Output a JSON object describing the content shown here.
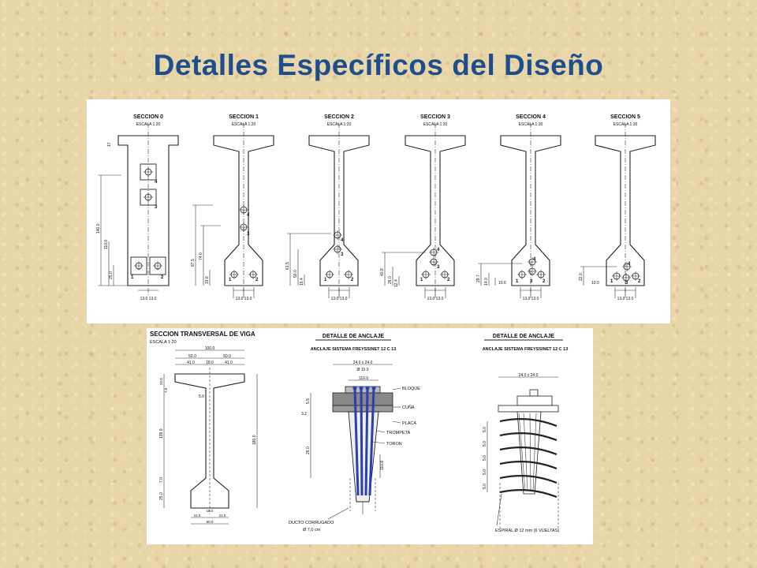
{
  "slide": {
    "title": "Detalles Específicos del Diseño"
  },
  "sections": [
    {
      "name": "SECCION 0",
      "scale": "ESCALA 1:20"
    },
    {
      "name": "SECCION 1",
      "scale": "ESCALA 1:20"
    },
    {
      "name": "SECCION 2",
      "scale": "ESCALA 1:20"
    },
    {
      "name": "SECCION 3",
      "scale": "ESCALA 1:20"
    },
    {
      "name": "SECCION 4",
      "scale": "ESCALA 1:20"
    },
    {
      "name": "SECCION 5",
      "scale": "ESCALA 1:20"
    }
  ],
  "section_dims": {
    "base": "13.0 13.0",
    "s0_heights": [
      "140.0",
      "110.0",
      "25.0",
      "17"
    ],
    "s1_heights": [
      "87.5",
      "74.0",
      "19.8"
    ],
    "s2_heights": [
      "61.5",
      "50.0",
      "15.4"
    ],
    "s3_heights": [
      "40.8",
      "26.0",
      "12.4"
    ],
    "s4_heights": [
      "29.7",
      "14.0",
      "10.6"
    ],
    "s5_heights": [
      "22.0",
      "10.0"
    ],
    "tendon_labels": [
      "1",
      "2",
      "3",
      "4"
    ]
  },
  "transversal": {
    "title": "SECCION TRANSVERSAL DE VIGA",
    "scale": "ESCALA 1:20",
    "widths": [
      "100.0",
      "50.0",
      "50.0",
      "41.0",
      "18.0",
      "41.0"
    ],
    "web_label": "5.0",
    "left_heights": [
      "25.0",
      "7.0",
      "139.0",
      "7.0",
      "25.0"
    ],
    "right_height": "180.0",
    "bottom_dims": [
      "21.0",
      "18.0",
      "21.0",
      "60.0"
    ]
  },
  "anclaje1": {
    "title": "DETALLE DE ANCLAJE",
    "subtitle": "ANCLAJE SISTEMA FREYSSINET 12 C 13",
    "dim_top": "24.0 x 24.0",
    "diameter": "Ø 15.0",
    "dim_inner": "110.0",
    "labels": [
      "BLOQUE",
      "CUÑA",
      "PLACA",
      "TROMPETA",
      "TORON"
    ],
    "left_dims": [
      "5.5",
      "3.2",
      "26.0"
    ],
    "right_dim": "110.8",
    "duct_label": "DUCTO CORRUGADO",
    "duct_diam": "Ø 7,0 cm"
  },
  "anclaje2": {
    "title": "DETALLE DE ANCLAJE",
    "subtitle": "ANCLAJE SISTEMA FREYSSINET 12 C 13",
    "dim_top": "24.0 x 24.0",
    "spacings": [
      "5.0",
      "5.0",
      "5.0",
      "5.0",
      "5.0"
    ],
    "spiral_label": "ESPIRAL Ø 12 mm (6 VUELTAS)"
  }
}
